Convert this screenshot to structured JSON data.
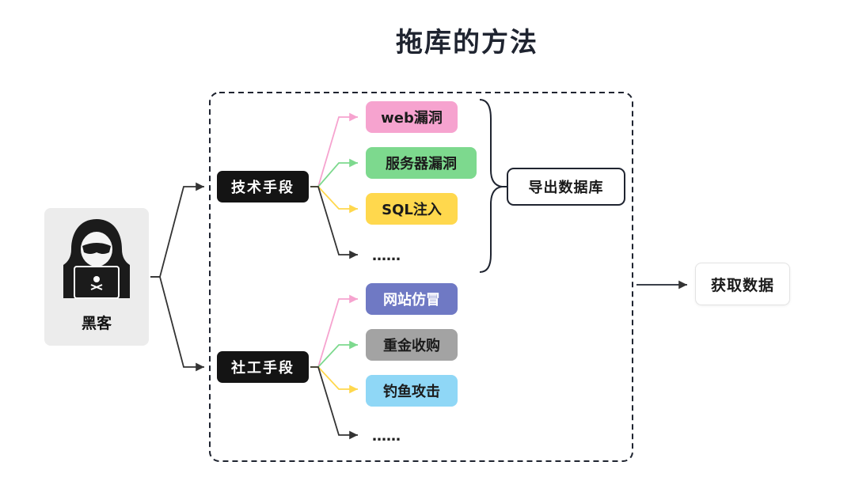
{
  "title": "拖库的方法",
  "hacker": {
    "label": "黑客",
    "icon": "hooded-hacker-icon"
  },
  "methods": [
    {
      "label": "技术手段",
      "items": [
        {
          "label": "web漏洞",
          "color": "#f6a3cf"
        },
        {
          "label": "服务器漏洞",
          "color": "#7dd98e"
        },
        {
          "label": "SQL注入",
          "color": "#ffd84d"
        },
        {
          "label": "……",
          "color": null
        }
      ]
    },
    {
      "label": "社工手段",
      "items": [
        {
          "label": "网站仿冒",
          "color": "#6f79c4"
        },
        {
          "label": "重金收购",
          "color": "#a3a3a3"
        },
        {
          "label": "钓鱼攻击",
          "color": "#8fd7f6"
        },
        {
          "label": "……",
          "color": null
        }
      ]
    }
  ],
  "export_db": "导出数据库",
  "result": "获取数据",
  "colors": {
    "dark": "#141414",
    "frame": "#1f2430",
    "arrow_pink": "#f6a3cf",
    "arrow_green": "#7dd98e",
    "arrow_yellow": "#ffd84d",
    "arrow_dark": "#333333"
  }
}
